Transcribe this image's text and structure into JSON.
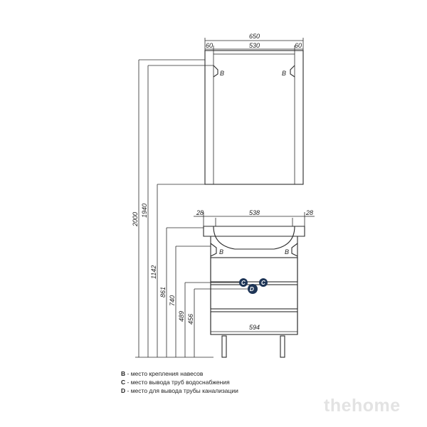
{
  "dimensions": {
    "mirror_total_width": "650",
    "mirror_left_edge": "60",
    "mirror_inner_width": "530",
    "mirror_right_edge": "60",
    "basin_left_edge": "28",
    "basin_width": "538",
    "basin_right_edge": "28",
    "cabinet_width": "594",
    "height_total": "2000",
    "height_mirror_top": "1940",
    "height_mirror_bottom": "1142",
    "height_basin_top": "861",
    "height_cabinet_top": "740",
    "height_pipes_upper": "489",
    "height_pipes_lower": "456"
  },
  "markers": {
    "b": "B",
    "c": "C",
    "d": "D"
  },
  "legend": [
    {
      "key": "B",
      "text": " - место крепления навесов"
    },
    {
      "key": "C",
      "text": " - место вывода труб водоснабжения"
    },
    {
      "key": "D",
      "text": " - место для вывода трубы канализации"
    }
  ],
  "watermark": "thehome",
  "colors": {
    "marker_fill": "#1e3556",
    "line": "#2a2a2a",
    "watermark": "#e3e3e3"
  }
}
